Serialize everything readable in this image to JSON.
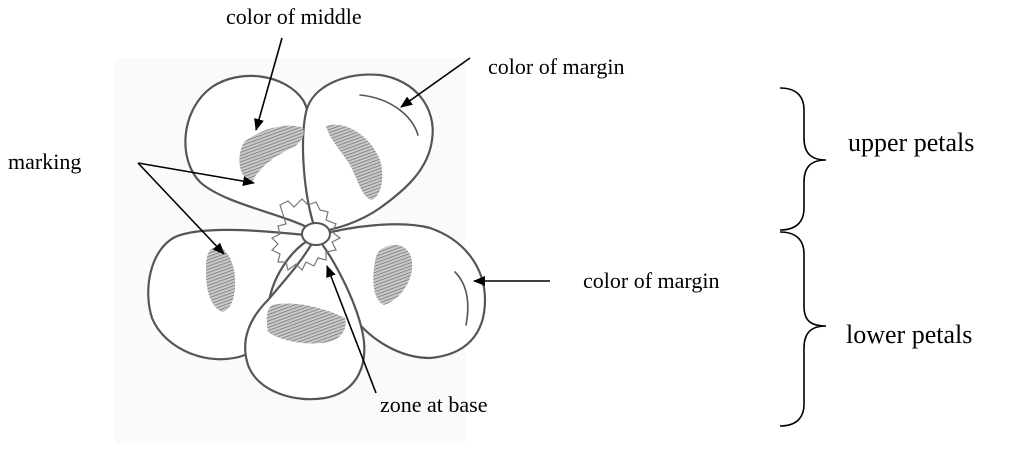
{
  "labels": {
    "color_of_middle": "color of middle",
    "color_of_margin_upper": "color of margin",
    "marking": "marking",
    "color_of_margin_lower": "color of margin",
    "zone_at_base": "zone at base",
    "upper_petals": "upper petals",
    "lower_petals": "lower petals"
  },
  "colors": {
    "ink": "#000000",
    "sketch_line": "#555555",
    "marking_fill": "#8c8c8c",
    "background": "#ffffff"
  }
}
